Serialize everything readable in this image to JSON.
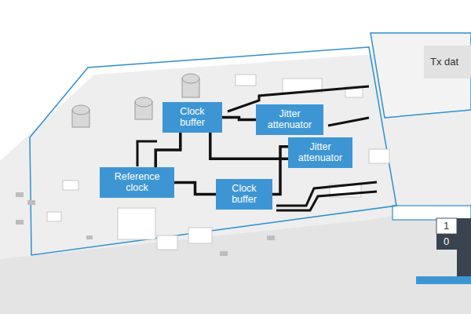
{
  "diagram": {
    "nodes": [
      {
        "text": [
          "Clock buffer"
        ]
      },
      {
        "text": [
          "Jitter attenuator"
        ]
      },
      {
        "text": [
          "Jitter attenuator"
        ]
      },
      {
        "text": [
          "Reference clock"
        ]
      },
      {
        "text": [
          "Clock buffer"
        ]
      }
    ],
    "edges": [
      {
        "from": 3,
        "to": 0,
        "arrow": "none"
      },
      {
        "from": 3,
        "to": 4,
        "arrow": "none"
      },
      {
        "from": 0,
        "to": 1,
        "arrow": "none"
      },
      {
        "from": 0,
        "to": 2,
        "arrow": "none"
      },
      {
        "from": 4,
        "to": 2,
        "arrow": "none"
      }
    ],
    "labels": [
      "Tx dat",
      "1",
      "0"
    ]
  }
}
